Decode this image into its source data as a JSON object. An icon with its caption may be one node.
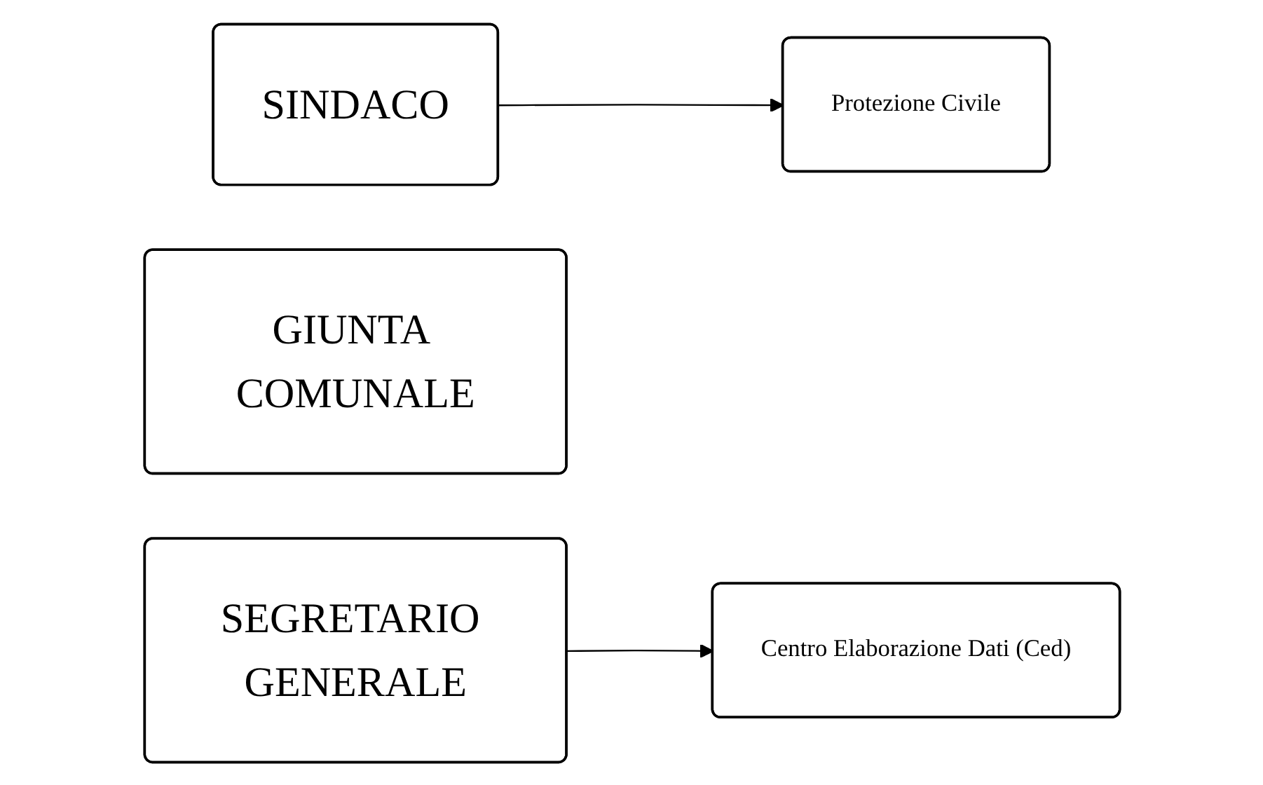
{
  "diagram": {
    "nodes": [
      {
        "text": [
          "SINDACO"
        ]
      },
      {
        "text": [
          "Protezione Civile"
        ]
      },
      {
        "text": [
          "GIUNTA COMUNALE"
        ]
      },
      {
        "text": [
          "SEGRETARIO GENERALE"
        ]
      },
      {
        "text": [
          "Centro Elaborazione Dati (Ced)"
        ]
      }
    ],
    "edges": [
      {
        "from": 0,
        "to": 1,
        "arrow": "to"
      },
      {
        "from": 3,
        "to": 4,
        "arrow": "to"
      }
    ]
  }
}
